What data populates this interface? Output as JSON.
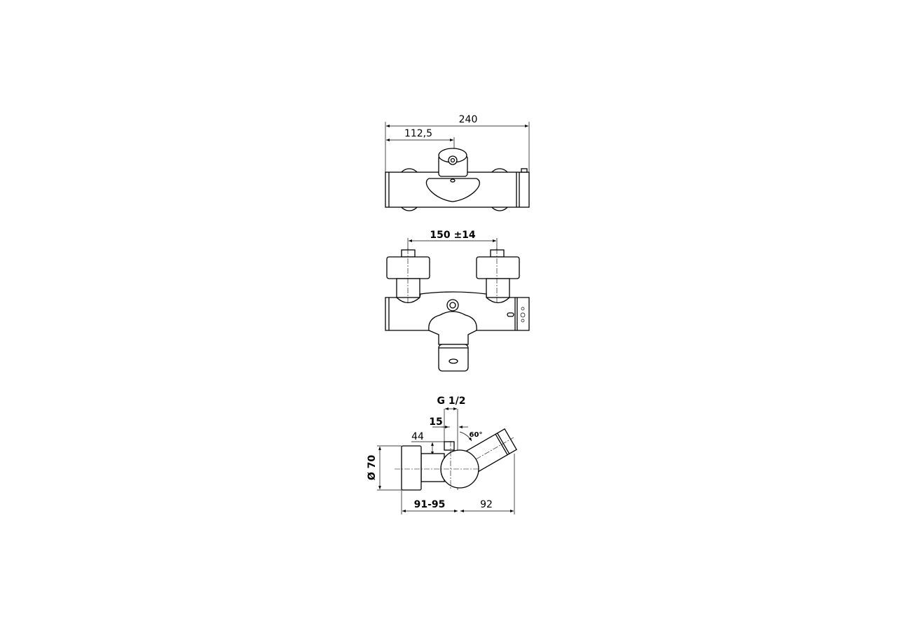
{
  "top_view": {
    "overall_width": "240",
    "knob_offset": "112,5"
  },
  "front_view": {
    "inlet_spacing": "150 ±14"
  },
  "side_view": {
    "thread": "G 1/2",
    "thread_offset": "15",
    "inlet_height": "44",
    "outlet_angle": "60°",
    "handle_diameter": "Ø 70",
    "projection": "91-95",
    "outlet_depth": "92"
  }
}
